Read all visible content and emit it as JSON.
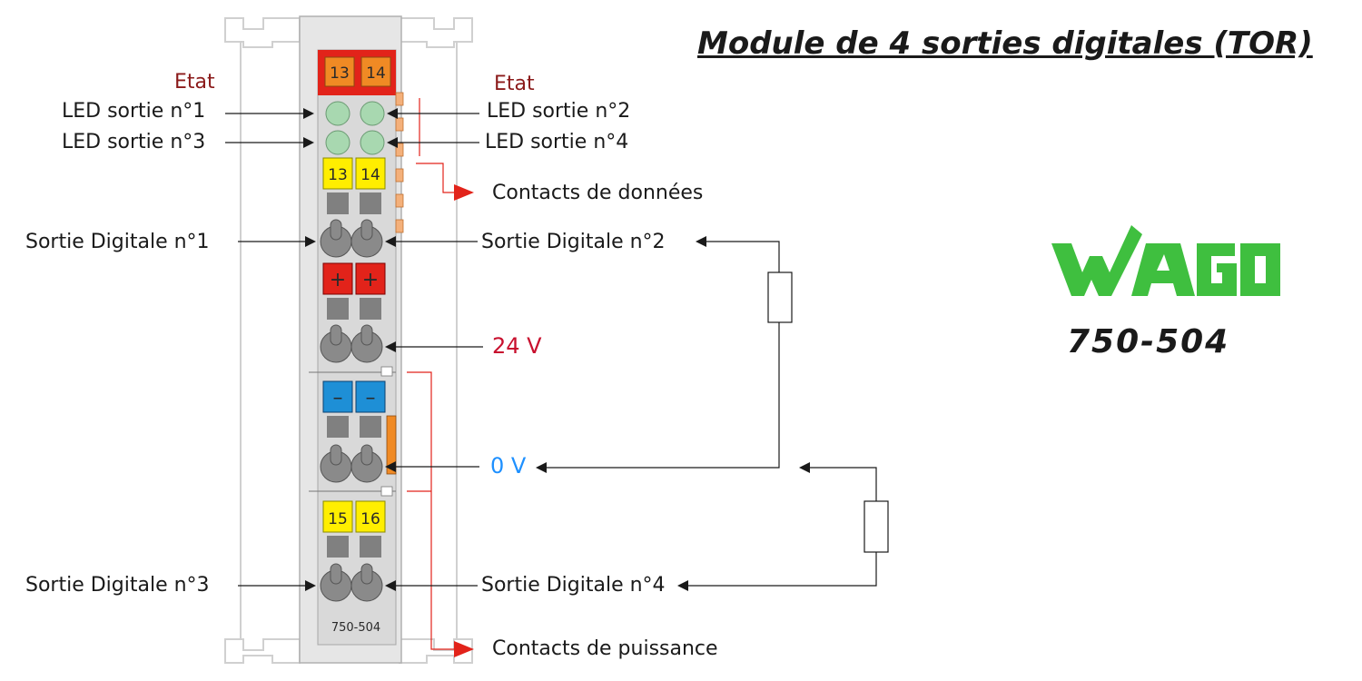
{
  "title": "Module de 4 sorties digitales (TOR)",
  "brand": {
    "logo_text": "WAGO",
    "model": "750-504",
    "color": "#3fbf3f"
  },
  "module": {
    "top_numbers": [
      "13",
      "14"
    ],
    "mid_numbers": [
      "13",
      "14"
    ],
    "low_numbers": [
      "15",
      "16"
    ],
    "plus_sign": "+",
    "minus_sign": "–",
    "part_label": "750-504"
  },
  "labels": {
    "etat_left": "Etat",
    "etat_right": "Etat",
    "led1": "LED sortie n°1",
    "led2": "LED sortie n°2",
    "led3": "LED sortie n°3",
    "led4": "LED sortie n°4",
    "contacts_donnees": "Contacts de données",
    "sortie1": "Sortie Digitale n°1",
    "sortie2": "Sortie Digitale n°2",
    "sortie3": "Sortie Digitale n°3",
    "sortie4": "Sortie Digitale n°4",
    "v24": "24 V",
    "v0": "0 V",
    "contacts_puissance": "Contacts de puissance"
  },
  "colors": {
    "header_red": "#e2231a",
    "orange": "#f08a24",
    "yellow": "#ffee00",
    "plus_red": "#e2231a",
    "minus_blue": "#1e8fd6",
    "led_green": "#a8d8b0",
    "module_gray": "#d9d9d9",
    "hole_gray": "#808080"
  }
}
